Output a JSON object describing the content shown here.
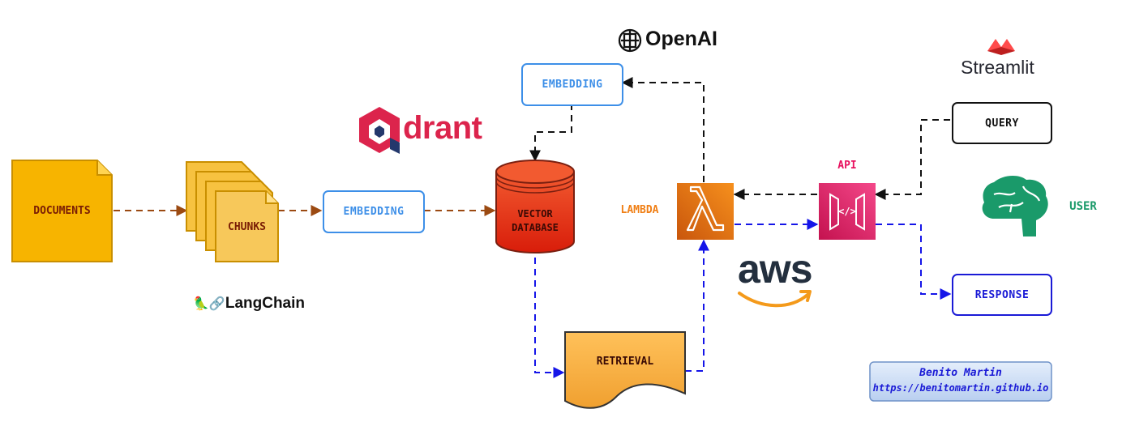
{
  "nodes": {
    "documents": "DOCUMENTS",
    "chunks": "CHUNKS",
    "embedding_main": "EMBEDDING",
    "embedding_openai": "EMBEDDING",
    "vector_db_line1": "VECTOR",
    "vector_db_line2": "DATABASE",
    "retrieval": "RETRIEVAL",
    "lambda": "LAMBDA",
    "api": "API",
    "query": "QUERY",
    "response": "RESPONSE",
    "user": "USER"
  },
  "logos": {
    "openai": "OpenAI",
    "qdrant": "drant",
    "langchain": "LangChain",
    "langchain_emoji": "🦜🔗",
    "streamlit": "Streamlit",
    "aws": "aws"
  },
  "credit": {
    "name": "Benito Martin",
    "url": "https://benitomartin.github.io"
  },
  "colors": {
    "flow_brown": "#9b4a12",
    "flow_black": "#111111",
    "flow_blue": "#1515e8",
    "embedding_blue": "#3d8fe8",
    "lambda_orange": "#f07f15",
    "api_pink": "#e8105e",
    "user_green": "#1a9a6a",
    "response_blue": "#1a1ad6",
    "doc_yellow": "#f7b400",
    "db_red": "#e62a10"
  }
}
